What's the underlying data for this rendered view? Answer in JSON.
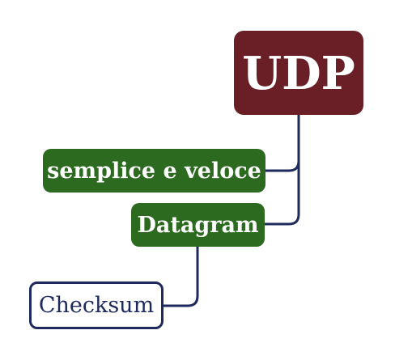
{
  "mindmap": {
    "root": {
      "label": "UDP",
      "color": "#6a1f27",
      "text_color": "#ffffff"
    },
    "children": [
      {
        "label": "semplice e veloce",
        "color": "#2b6a1f",
        "text_color": "#ffffff"
      },
      {
        "label": "Datagram",
        "color": "#2b6a1f",
        "text_color": "#ffffff",
        "children": [
          {
            "label": "Checksum",
            "border_color": "#1e2a5e",
            "text_color": "#1e2a5e"
          }
        ]
      }
    ],
    "connector_color": "#1e2a5e"
  }
}
